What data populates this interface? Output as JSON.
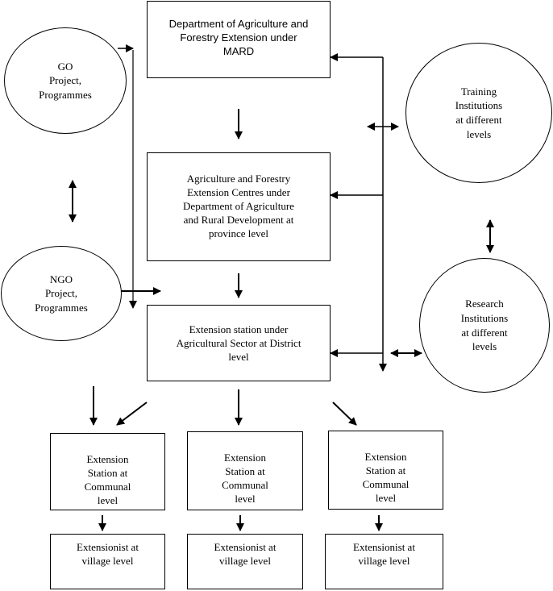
{
  "nodes": {
    "dafe": "Department of Agriculture and\nForestry Extension under\nMARD",
    "provincial": "Agriculture and Forestry\nExtension Centres under\nDepartment of Agriculture\nand Rural Development at\nprovince level",
    "district": "Extension station under\nAgricultural Sector at District\nlevel",
    "go": "GO\nProject,\nProgrammes",
    "ngo": "NGO\nProject,\nProgrammes",
    "training": "Training\nInstitutions\nat different\nlevels",
    "research": "Research\nInstitutions\nat different\nlevels",
    "communal_1": "Extension\nStation at\nCommunal\nlevel",
    "communal_2": "Extension\nStation at\nCommunal\nlevel",
    "communal_3": "Extension\nStation at\nCommunal\nlevel",
    "village_1": "Extensionist at\nvillage level",
    "village_2": "Extensionist at\nvillage level",
    "village_3": "Extensionist at\nvillage level"
  }
}
